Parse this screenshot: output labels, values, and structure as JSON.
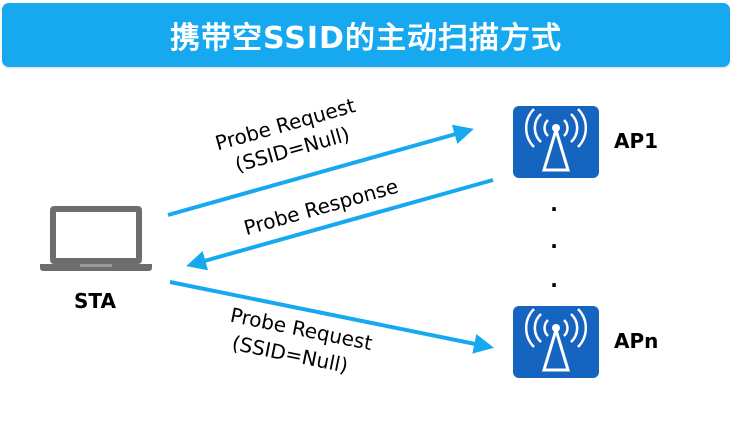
{
  "title": "携带空SSID的主动扫描方式",
  "sta": {
    "label": "STA",
    "icon": "laptop-icon"
  },
  "aps": [
    {
      "label": "AP1",
      "icon": "wireless-ap-icon"
    },
    {
      "label": "APn",
      "icon": "wireless-ap-icon"
    }
  ],
  "ellipsis": ".",
  "arrows": {
    "probe_request_1": {
      "line1": "Probe Request",
      "line2": "(SSID=Null)"
    },
    "probe_response": {
      "label": "Probe Response"
    },
    "probe_request_2": {
      "line1": "Probe Request",
      "line2": "(SSID=Null)"
    }
  },
  "colors": {
    "title_bg": "#16a9f0",
    "arrow": "#16a9f0",
    "ap_box": "#1565c0",
    "laptop": "#707070"
  }
}
